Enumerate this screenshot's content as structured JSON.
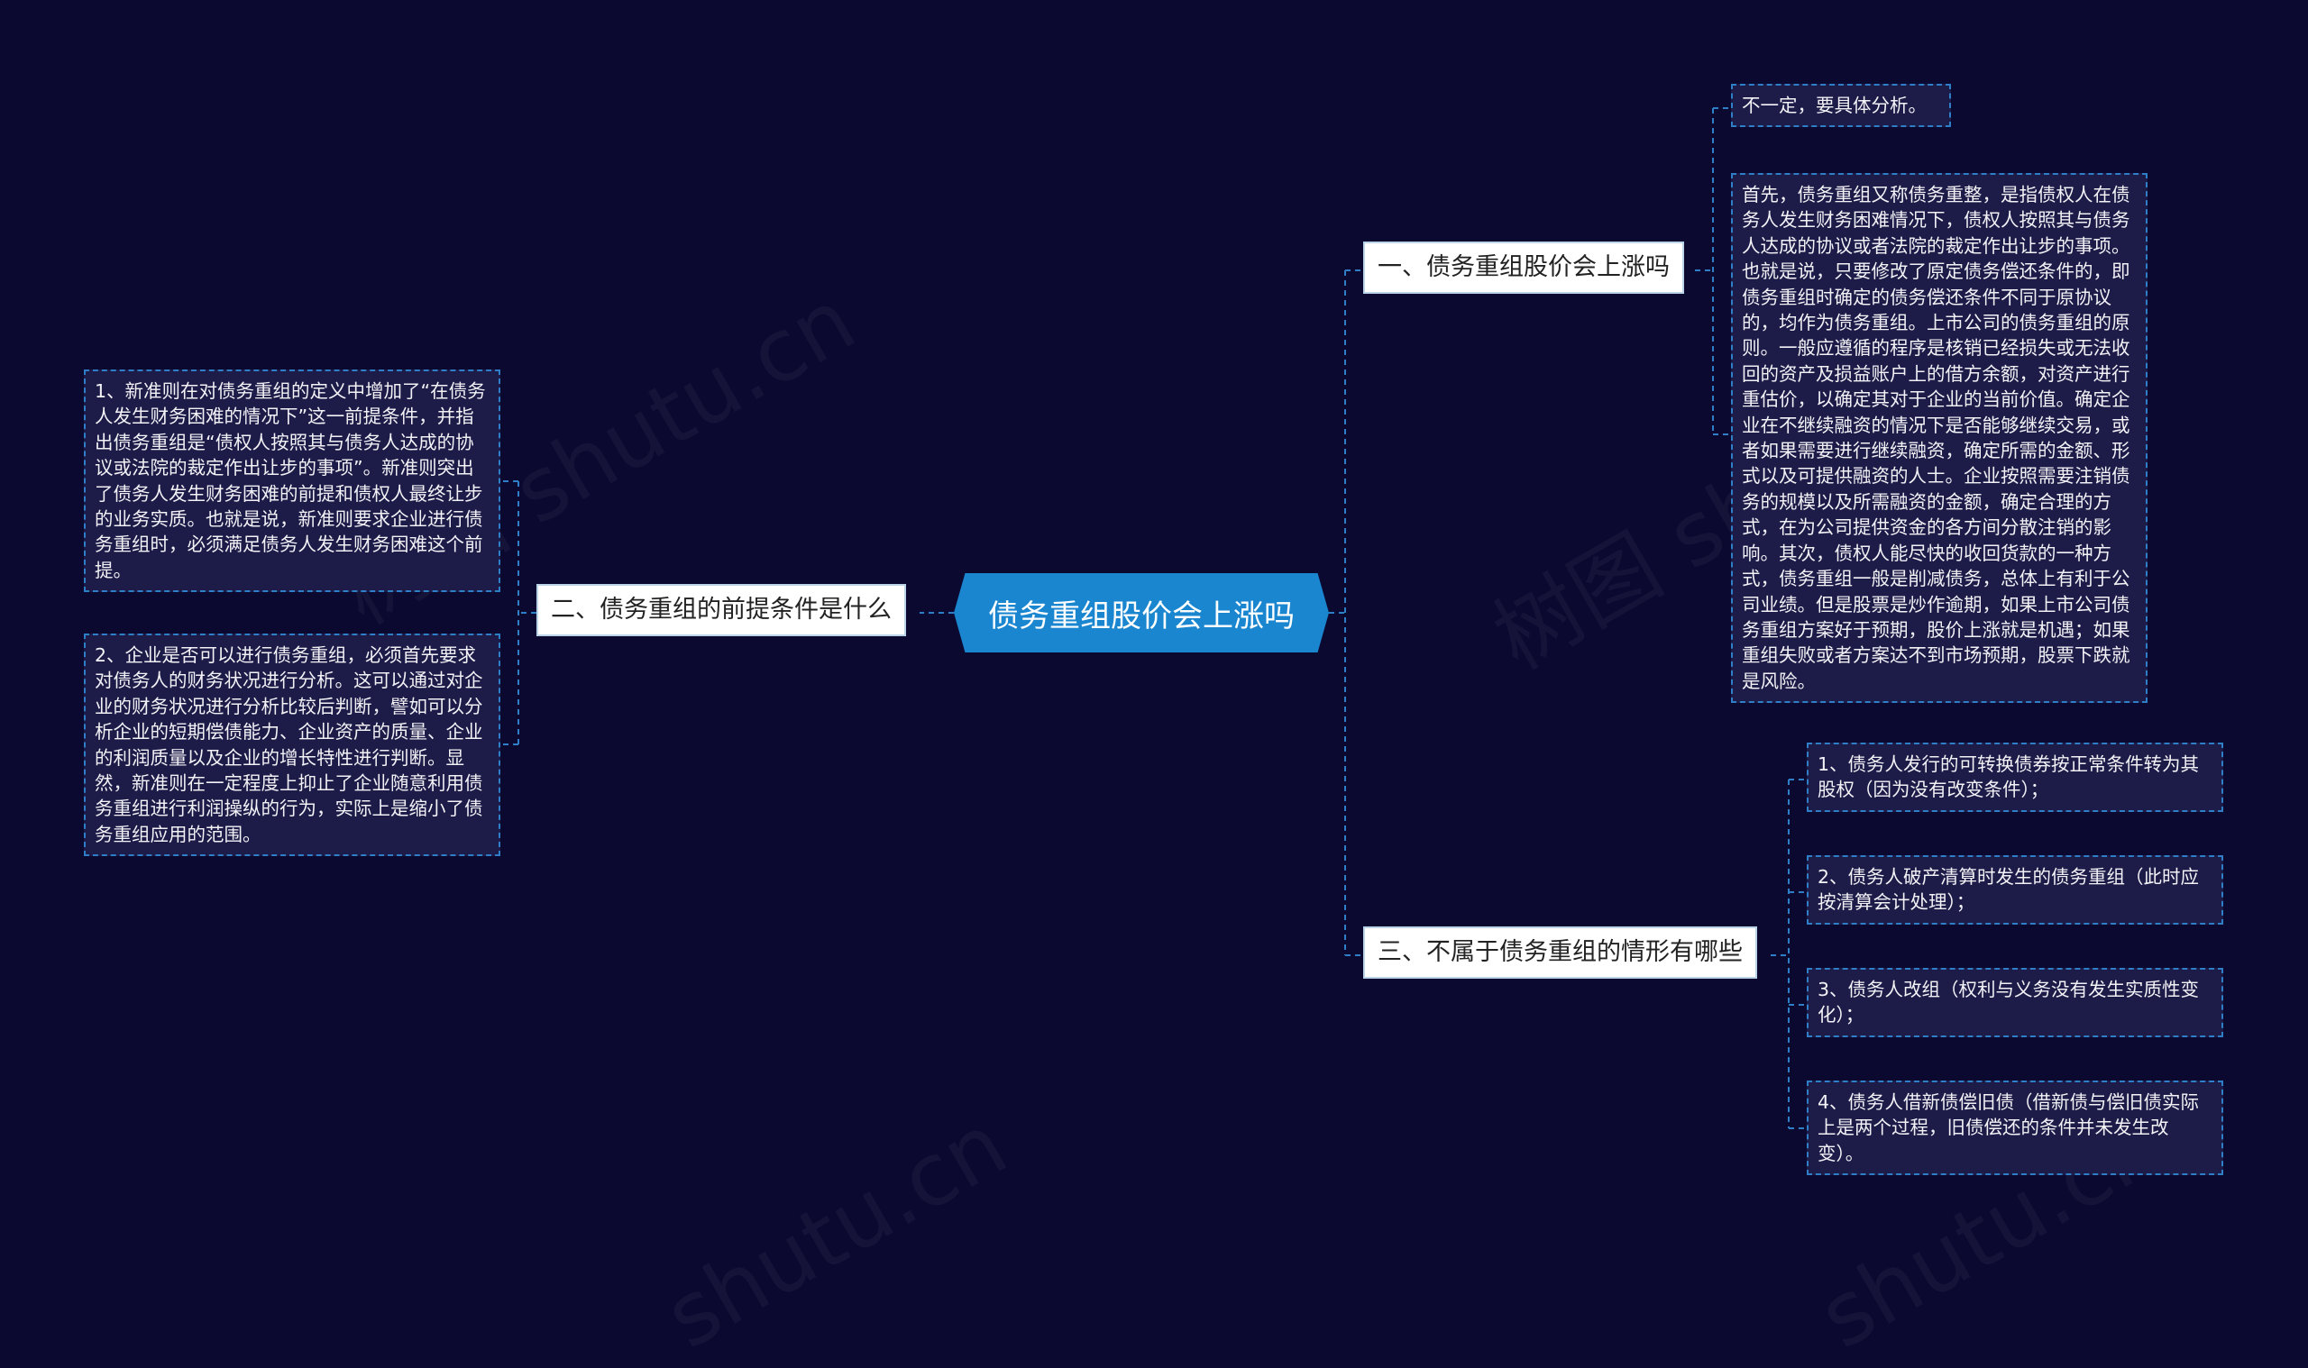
{
  "central": {
    "label": "债务重组股价会上涨吗"
  },
  "branches": {
    "b1": {
      "label": "一、债务重组股价会上涨吗"
    },
    "b2": {
      "label": "二、债务重组的前提条件是什么"
    },
    "b3": {
      "label": "三、不属于债务重组的情形有哪些"
    }
  },
  "leaves": {
    "b1_l1": "不一定，要具体分析。",
    "b1_l2": "首先，债务重组又称债务重整，是指债权人在债务人发生财务困难情况下，债权人按照其与债务人达成的协议或者法院的裁定作出让步的事项。也就是说，只要修改了原定债务偿还条件的，即债务重组时确定的债务偿还条件不同于原协议的，均作为债务重组。上市公司的债务重组的原则。一般应遵循的程序是核销已经损失或无法收回的资产及损益账户上的借方余额，对资产进行重估价，以确定其对于企业的当前价值。确定企业在不继续融资的情况下是否能够继续交易，或者如果需要进行继续融资，确定所需的金额、形式以及可提供融资的人士。企业按照需要注销债务的规模以及所需融资的金额，确定合理的方式，在为公司提供资金的各方间分散注销的影响。其次，债权人能尽快的收回货款的一种方式，债务重组一般是削减债务，总体上有利于公司业绩。但是股票是炒作逾期，如果上市公司债务重组方案好于预期，股价上涨就是机遇；如果重组失败或者方案达不到市场预期，股票下跌就是风险。",
    "b2_l1": "1、新准则在对债务重组的定义中增加了“在债务人发生财务困难的情况下”这一前提条件，并指出债务重组是“债权人按照其与债务人达成的协议或法院的裁定作出让步的事项”。新准则突出了债务人发生财务困难的前提和债权人最终让步的业务实质。也就是说，新准则要求企业进行债务重组时，必须满足债务人发生财务困难这个前提。",
    "b2_l2": "2、企业是否可以进行债务重组，必须首先要求对债务人的财务状况进行分析。这可以通过对企业的财务状况进行分析比较后判断，譬如可以分析企业的短期偿债能力、企业资产的质量、企业的利润质量以及企业的增长特性进行判断。显然，新准则在一定程度上抑止了企业随意利用债务重组进行利润操纵的行为，实际上是缩小了债务重组应用的范围。",
    "b3_l1": "1、债务人发行的可转换债券按正常条件转为其股权（因为没有改变条件）；",
    "b3_l2": "2、债务人破产清算时发生的债务重组（此时应按清算会计处理）；",
    "b3_l3": "3、债务人改组（权利与义务没有发生实质性变化）；",
    "b3_l4": "4、债务人借新债偿旧债（借新债与偿旧债实际上是两个过程，旧债偿还的条件并未发生改变）。"
  },
  "watermarks": [
    "树图 shutu.cn",
    "树图 shutu.cn",
    "shutu.cn",
    "shutu.cn"
  ],
  "colors": {
    "background": "#0b0930",
    "central": "#1a86d0",
    "connector": "#2f7fc8",
    "leaf_bg": "#1d1b48"
  }
}
